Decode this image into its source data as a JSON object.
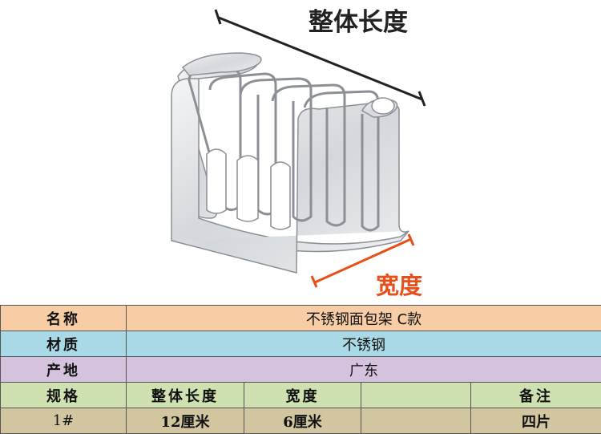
{
  "figure": {
    "length_label": "整体长度",
    "width_label": "宽度",
    "length_color": "#222222",
    "width_color": "#e8501a"
  },
  "table": {
    "name_label": "名称",
    "name_value": "不锈钢面包架 C款",
    "material_label": "材质",
    "material_value": "不锈钢",
    "origin_label": "产地",
    "origin_value": "广东",
    "spec_label": "规格",
    "length_header": "整体长度",
    "width_header": "宽度",
    "blank_header": "",
    "note_header": "备注",
    "spec_value": "1#",
    "length_value": "12厘米",
    "width_value": "6厘米",
    "blank_value": "",
    "note_value": "四片"
  }
}
